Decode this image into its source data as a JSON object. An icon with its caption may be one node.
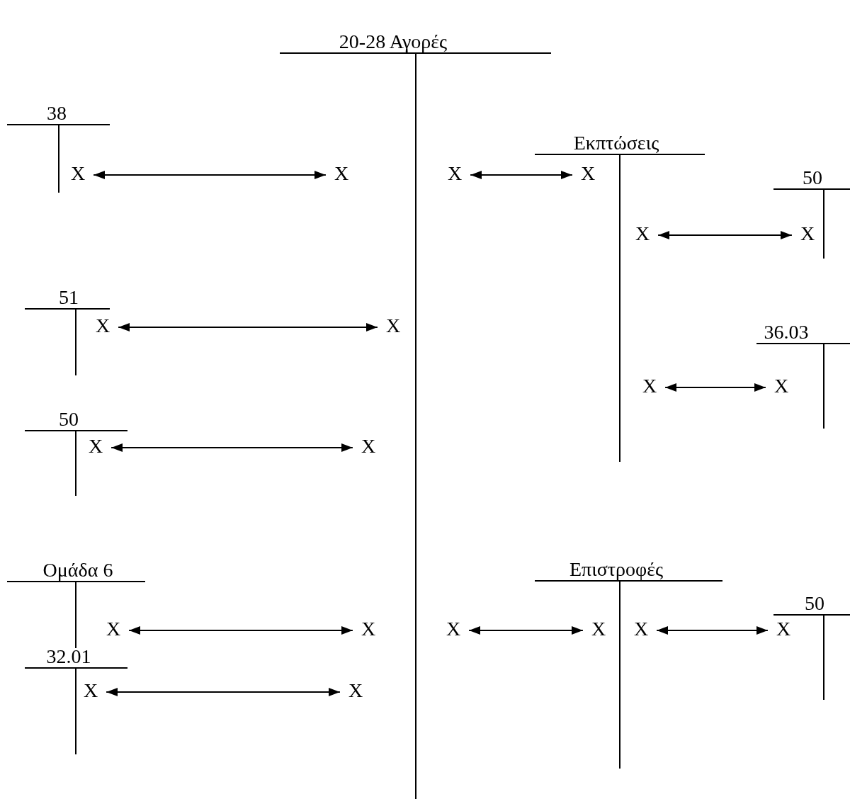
{
  "diagram": {
    "nodes": [
      {
        "text": [
          "20-28 Αγορές"
        ]
      },
      {
        "text": [
          "X"
        ],
        "in": 0
      },
      {
        "text": [
          "X"
        ],
        "in": 0
      },
      {
        "text": [
          "X"
        ],
        "in": 0
      },
      {
        "text": [
          "X"
        ],
        "in": 0
      },
      {
        "text": [
          "X"
        ],
        "in": 0
      },
      {
        "text": [
          "X"
        ],
        "in": 0
      },
      {
        "text": [
          "X"
        ],
        "in": 0
      },
      {
        "text": [
          "38"
        ]
      },
      {
        "text": [
          "X"
        ],
        "in": 8
      },
      {
        "text": [
          "Εκπτώσεις"
        ]
      },
      {
        "text": [
          "X"
        ],
        "in": 10
      },
      {
        "text": [
          "X"
        ],
        "in": 10
      },
      {
        "text": [
          "X"
        ],
        "in": 10
      },
      {
        "text": [
          "50"
        ]
      },
      {
        "text": [
          "X"
        ],
        "in": 14
      },
      {
        "text": [
          "51"
        ]
      },
      {
        "text": [
          "X"
        ],
        "in": 16
      },
      {
        "text": [
          "36.03"
        ]
      },
      {
        "text": [
          "X"
        ],
        "in": 18
      },
      {
        "text": [
          "50"
        ]
      },
      {
        "text": [
          "X"
        ],
        "in": 20
      },
      {
        "text": [
          "Ομάδα 6"
        ]
      },
      {
        "text": [
          "X"
        ],
        "in": 22
      },
      {
        "text": [
          "Επιστροφές"
        ]
      },
      {
        "text": [
          "X"
        ],
        "in": 24
      },
      {
        "text": [
          "X"
        ],
        "in": 24
      },
      {
        "text": [
          "50"
        ]
      },
      {
        "text": [
          "X"
        ],
        "in": 27
      },
      {
        "text": [
          "32.01"
        ]
      },
      {
        "text": [
          "X"
        ],
        "in": 29
      }
    ],
    "edges": [
      {
        "from": 9,
        "to": 1,
        "arrow": "both"
      },
      {
        "from": 2,
        "to": 11,
        "arrow": "both"
      },
      {
        "from": 12,
        "to": 15,
        "arrow": "both"
      },
      {
        "from": 17,
        "to": 3,
        "arrow": "both"
      },
      {
        "from": 13,
        "to": 19,
        "arrow": "both"
      },
      {
        "from": 21,
        "to": 4,
        "arrow": "both"
      },
      {
        "from": 23,
        "to": 5,
        "arrow": "both"
      },
      {
        "from": 6,
        "to": 25,
        "arrow": "both"
      },
      {
        "from": 26,
        "to": 28,
        "arrow": "both"
      },
      {
        "from": 30,
        "to": 7,
        "arrow": "both"
      }
    ]
  }
}
